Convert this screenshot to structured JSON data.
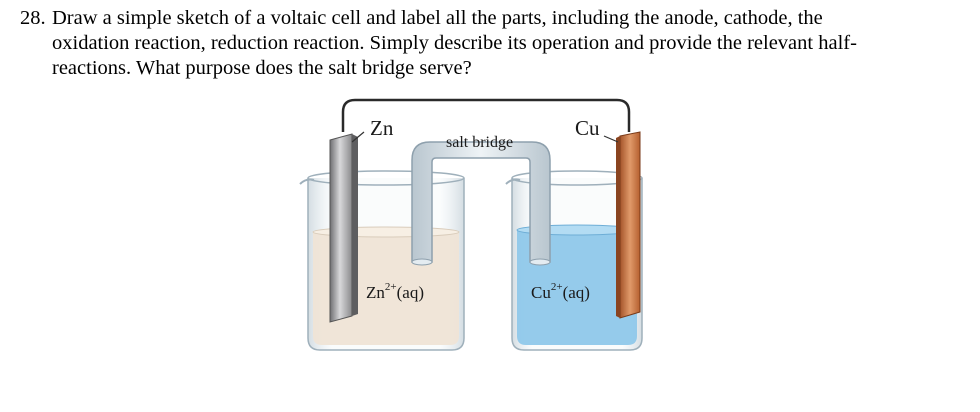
{
  "question": {
    "number": "28.",
    "line1": "Draw a simple sketch of a voltaic cell and label all the parts, including the anode, cathode, the",
    "line2": "oxidation reaction, reduction reaction.  Simply describe its operation and provide the relevant half-",
    "line3": "reactions.  What purpose does the salt bridge serve?"
  },
  "figure": {
    "left_electrode": "Zn",
    "right_electrode": "Cu",
    "bridge_label": "salt bridge",
    "left_ion": {
      "symbol": "Zn",
      "charge": "2+",
      "state": "(aq)"
    },
    "right_ion": {
      "symbol": "Cu",
      "charge": "2+",
      "state": "(aq)"
    },
    "colors": {
      "zinc_solution": "#efe4d6",
      "copper_solution": "#8fc8ea",
      "zinc_electrode": "#9a9a9c",
      "copper_electrode": "#c8703f",
      "wire": "#2a2a2a",
      "glass": "#dfe7ec"
    }
  }
}
